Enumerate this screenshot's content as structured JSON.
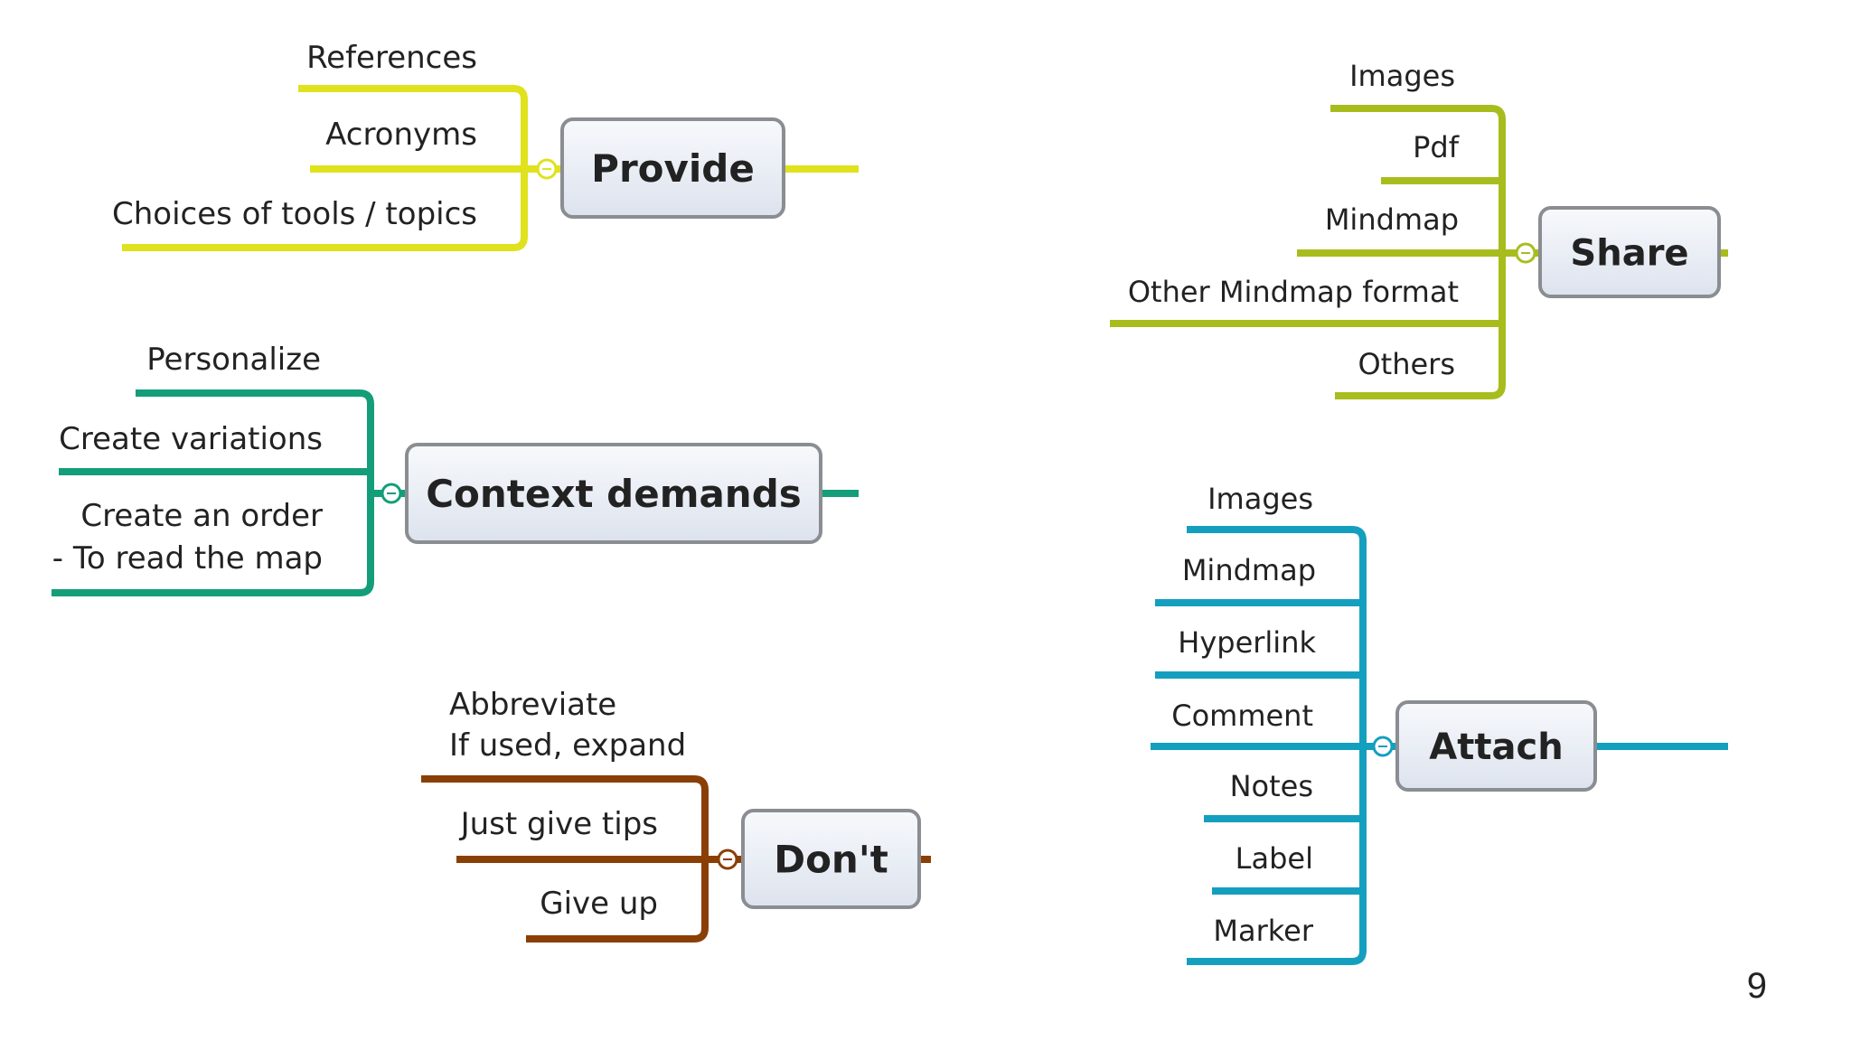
{
  "page_number": "9",
  "colors": {
    "provide": "#dfe21c",
    "context": "#139e79",
    "dont": "#8a3f05",
    "share": "#a8bd1d",
    "attach": "#149fbf",
    "node_fill": "#edf1f8",
    "node_border": "#8a8d91",
    "text": "#222222"
  },
  "branches": [
    {
      "id": "provide",
      "title": "Provide",
      "color_key": "provide",
      "items": [
        {
          "text": "References"
        },
        {
          "text": "Acronyms"
        },
        {
          "text": "Choices of tools / topics"
        }
      ]
    },
    {
      "id": "context",
      "title": "Context demands",
      "color_key": "context",
      "items": [
        {
          "text": "Personalize"
        },
        {
          "text": "Create variations"
        },
        {
          "text": "Create an order\n- To read the map"
        }
      ]
    },
    {
      "id": "dont",
      "title": "Don't",
      "color_key": "dont",
      "items": [
        {
          "text": "Abbreviate\nIf used, expand"
        },
        {
          "text": "Just give tips"
        },
        {
          "text": "Give up"
        }
      ]
    },
    {
      "id": "share",
      "title": "Share",
      "color_key": "share",
      "items": [
        {
          "text": "Images"
        },
        {
          "text": "Pdf"
        },
        {
          "text": "Mindmap"
        },
        {
          "text": "Other Mindmap format"
        },
        {
          "text": "Others"
        }
      ]
    },
    {
      "id": "attach",
      "title": "Attach",
      "color_key": "attach",
      "items": [
        {
          "text": "Images"
        },
        {
          "text": "Mindmap"
        },
        {
          "text": "Hyperlink"
        },
        {
          "text": "Comment"
        },
        {
          "text": "Notes"
        },
        {
          "text": "Label"
        },
        {
          "text": "Marker"
        }
      ]
    }
  ]
}
